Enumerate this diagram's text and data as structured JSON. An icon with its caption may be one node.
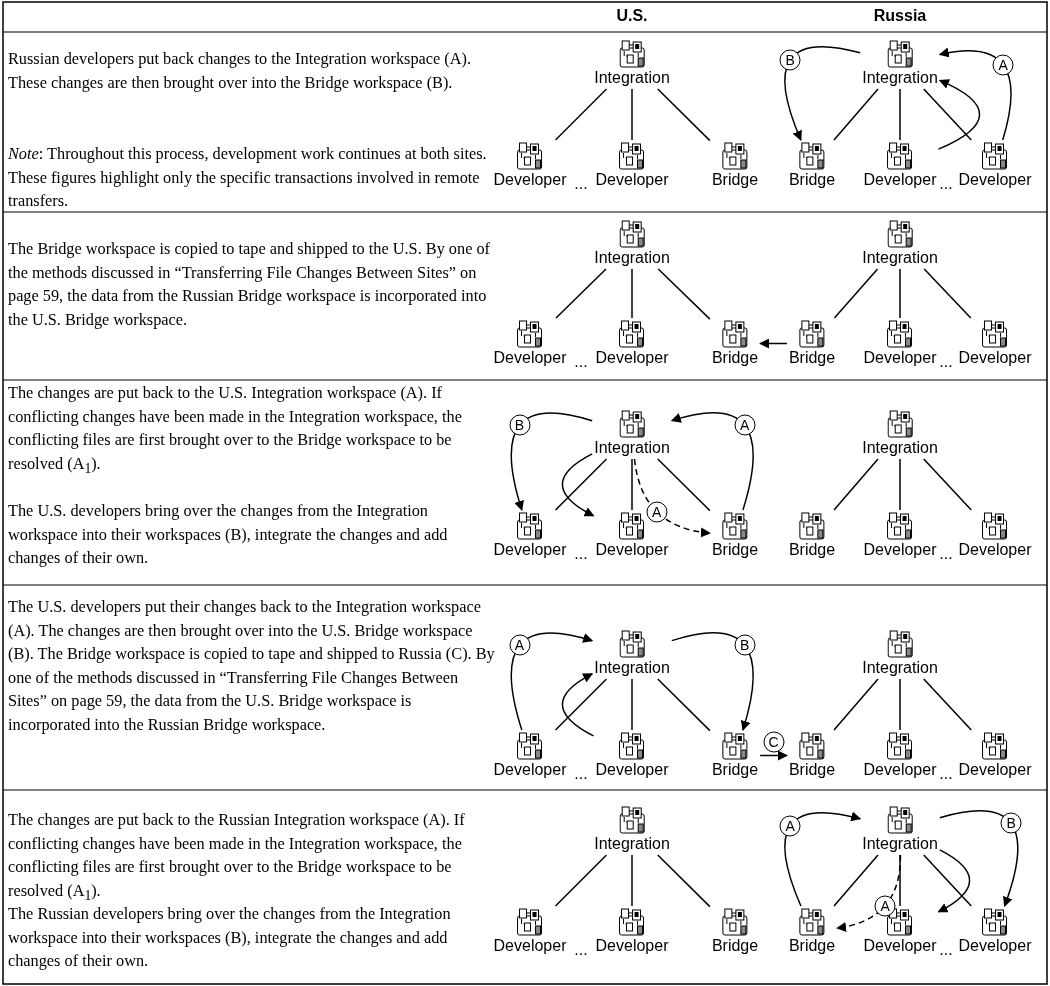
{
  "diagram": {
    "nodes": [
      {
        "text": [
          "Integration"
        ]
      },
      {
        "text": [
          "Developer"
        ]
      },
      {
        "text": [
          "Developer"
        ]
      },
      {
        "text": [
          "Bridge"
        ]
      },
      {
        "text": [
          "Integration"
        ]
      },
      {
        "text": [
          "Bridge"
        ]
      },
      {
        "text": [
          "Developer"
        ]
      },
      {
        "text": [
          "Developer"
        ]
      },
      {
        "text": [
          "Integration"
        ]
      },
      {
        "text": [
          "Developer"
        ]
      },
      {
        "text": [
          "Developer"
        ]
      },
      {
        "text": [
          "Bridge"
        ]
      },
      {
        "text": [
          "Integration"
        ]
      },
      {
        "text": [
          "Bridge"
        ]
      },
      {
        "text": [
          "Developer"
        ]
      },
      {
        "text": [
          "Developer"
        ]
      },
      {
        "text": [
          "Integration"
        ]
      },
      {
        "text": [
          "Developer"
        ]
      },
      {
        "text": [
          "Developer"
        ]
      },
      {
        "text": [
          "Bridge"
        ]
      },
      {
        "text": [
          "Integration"
        ]
      },
      {
        "text": [
          "Bridge"
        ]
      },
      {
        "text": [
          "Developer"
        ]
      },
      {
        "text": [
          "Developer"
        ]
      },
      {
        "text": [
          "Integration"
        ]
      },
      {
        "text": [
          "Developer"
        ]
      },
      {
        "text": [
          "Developer"
        ]
      },
      {
        "text": [
          "Bridge"
        ]
      },
      {
        "text": [
          "Integration"
        ]
      },
      {
        "text": [
          "Bridge"
        ]
      },
      {
        "text": [
          "Developer"
        ]
      },
      {
        "text": [
          "Developer"
        ]
      },
      {
        "text": [
          "Integration"
        ]
      },
      {
        "text": [
          "Developer"
        ]
      },
      {
        "text": [
          "Developer"
        ]
      },
      {
        "text": [
          "Bridge"
        ]
      },
      {
        "text": [
          "Integration"
        ]
      },
      {
        "text": [
          "Bridge"
        ]
      },
      {
        "text": [
          "Developer"
        ]
      },
      {
        "text": [
          "Developer"
        ]
      }
    ],
    "edges": [
      {
        "from": 0,
        "to": 1,
        "arrow": "none"
      },
      {
        "from": 0,
        "to": 2,
        "arrow": "none"
      },
      {
        "from": 0,
        "to": 3,
        "arrow": "none"
      },
      {
        "from": 4,
        "to": 5,
        "arrow": "none"
      },
      {
        "from": 4,
        "to": 6,
        "arrow": "none"
      },
      {
        "from": 4,
        "to": 7,
        "arrow": "none"
      },
      {
        "from": 6,
        "to": 4,
        "arrow": "to"
      },
      {
        "from": 7,
        "to": 4,
        "arrow": "to",
        "label": "A"
      },
      {
        "from": 4,
        "to": 5,
        "arrow": "to",
        "label": "B"
      },
      {
        "from": 8,
        "to": 9,
        "arrow": "none"
      },
      {
        "from": 8,
        "to": 10,
        "arrow": "none"
      },
      {
        "from": 8,
        "to": 11,
        "arrow": "none"
      },
      {
        "from": 12,
        "to": 13,
        "arrow": "none"
      },
      {
        "from": 12,
        "to": 14,
        "arrow": "none"
      },
      {
        "from": 12,
        "to": 15,
        "arrow": "none"
      },
      {
        "from": 13,
        "to": 11,
        "arrow": "to"
      },
      {
        "from": 16,
        "to": 17,
        "arrow": "none"
      },
      {
        "from": 16,
        "to": 18,
        "arrow": "none"
      },
      {
        "from": 16,
        "to": 19,
        "arrow": "none"
      },
      {
        "from": 20,
        "to": 21,
        "arrow": "none"
      },
      {
        "from": 20,
        "to": 22,
        "arrow": "none"
      },
      {
        "from": 20,
        "to": 23,
        "arrow": "none"
      },
      {
        "from": 16,
        "to": 17,
        "arrow": "to",
        "label": "B"
      },
      {
        "from": 16,
        "to": 18,
        "arrow": "to"
      },
      {
        "from": 19,
        "to": 16,
        "arrow": "to",
        "label": "A"
      },
      {
        "from": 16,
        "to": 19,
        "arrow": "to",
        "label": "A",
        "style": "dashed"
      },
      {
        "from": 24,
        "to": 25,
        "arrow": "none"
      },
      {
        "from": 24,
        "to": 26,
        "arrow": "none"
      },
      {
        "from": 24,
        "to": 27,
        "arrow": "none"
      },
      {
        "from": 28,
        "to": 29,
        "arrow": "none"
      },
      {
        "from": 28,
        "to": 30,
        "arrow": "none"
      },
      {
        "from": 28,
        "to": 31,
        "arrow": "none"
      },
      {
        "from": 25,
        "to": 24,
        "arrow": "to",
        "label": "A"
      },
      {
        "from": 26,
        "to": 24,
        "arrow": "to"
      },
      {
        "from": 24,
        "to": 27,
        "arrow": "to",
        "label": "B"
      },
      {
        "from": 27,
        "to": 29,
        "arrow": "to",
        "label": "C"
      },
      {
        "from": 32,
        "to": 33,
        "arrow": "none"
      },
      {
        "from": 32,
        "to": 34,
        "arrow": "none"
      },
      {
        "from": 32,
        "to": 35,
        "arrow": "none"
      },
      {
        "from": 36,
        "to": 37,
        "arrow": "none"
      },
      {
        "from": 36,
        "to": 38,
        "arrow": "none"
      },
      {
        "from": 36,
        "to": 39,
        "arrow": "none"
      },
      {
        "from": 37,
        "to": 36,
        "arrow": "to",
        "label": "A"
      },
      {
        "from": 36,
        "to": 37,
        "arrow": "to",
        "label": "A",
        "style": "dashed"
      },
      {
        "from": 36,
        "to": 38,
        "arrow": "to"
      },
      {
        "from": 36,
        "to": 39,
        "arrow": "to",
        "label": "B"
      }
    ],
    "labels": [
      "U.S.",
      "Russia",
      "Russian developers put back changes to the Integration workspace (A). These changes are then brought over into the Bridge workspace (B).",
      "*Note*: Throughout this process, development work continues at both sites. These figures highlight only the specific transactions involved in remote transfers.",
      "...",
      "...",
      "The Bridge workspace is copied to tape and shipped to the U.S. By one of the methods discussed in “Transferring File Changes Between Sites” on page 59, the data from the Russian Bridge workspace is incorporated into the U.S. Bridge workspace.",
      "...",
      "...",
      "The changes are put back to the U.S. Integration workspace (A). If conflicting changes have been made in the Integration workspace, the conflicting files are first brought over to the Bridge workspace to be resolved (A$_{1}$).",
      "The U.S. developers bring over the changes from the Integration workspace into their workspaces (B), integrate the changes and add changes of their own.",
      "...",
      "...",
      "The U.S. developers put their changes back to the Integration workspace (A). The changes are then brought over into the U.S. Bridge workspace (B). The Bridge workspace is copied to tape and shipped to Russia (C). By one of the methods discussed in “Transferring File Changes Between Sites” on page 59, the data from the U.S. Bridge workspace is incorporated into the Russian Bridge workspace.",
      "...",
      "...",
      "The changes are put back to the Russian Integration workspace (A). If conflicting changes have been made in the Integration workspace, the conflicting files are first brought over to the Bridge workspace to be resolved (A$_{1}$).",
      "The Russian developers bring over the changes from the Integration workspace into their workspaces (B), integrate the changes and add changes of their own.",
      "...",
      "..."
    ]
  }
}
